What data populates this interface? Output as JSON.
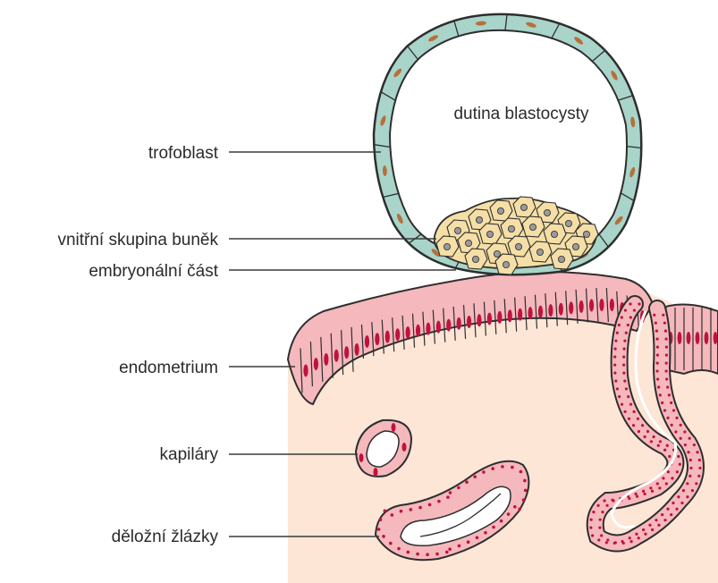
{
  "labels": {
    "cavity": "dutina blastocysty",
    "trophoblast": "trofoblast",
    "inner_cell_mass": "vnitřní skupina buněk",
    "embryonic_part": "embryonální část",
    "endometrium": "endometrium",
    "capillaries": "kapiláry",
    "glands": "děložní žlázky"
  },
  "colors": {
    "trophoblast_fill": "#a9d4c9",
    "trophoblast_nucleus": "#b5703a",
    "inner_cell_fill": "#f5dfa6",
    "inner_cell_nucleus": "#9a9a9a",
    "epithelium_fill": "#f5b8bc",
    "epithelium_nucleus": "#c0123e",
    "stroma_fill": "#fde6d6",
    "line": "#2e2e2e"
  }
}
